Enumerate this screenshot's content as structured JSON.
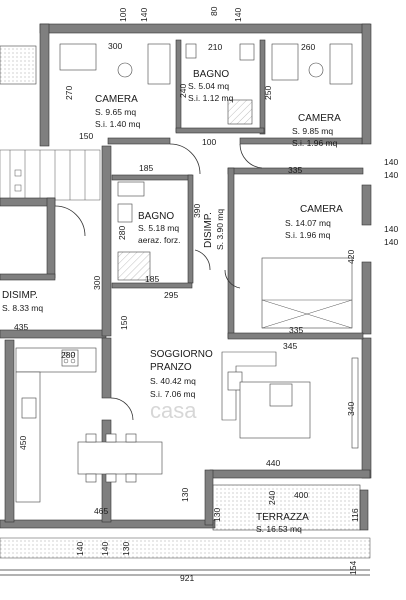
{
  "rooms": {
    "camera_left": {
      "name": "CAMERA",
      "sup": "S. 9.65 mq",
      "sui": "S.i. 1.40 mq"
    },
    "bagno_top": {
      "name": "BAGNO",
      "sup": "S. 5.04 mq",
      "sui": "S.i. 1.12 mq"
    },
    "camera_right": {
      "name": "CAMERA",
      "sup": "S. 9.85 mq",
      "sui": "S.i. 1.96 mq"
    },
    "bagno_mid": {
      "name": "BAGNO",
      "sup": "S. 5.18 mq",
      "note": "aeraz. forz."
    },
    "disimp_center": {
      "name": "DISIMP.",
      "sup": "S. 3.90 mq"
    },
    "camera_mid": {
      "name": "CAMERA",
      "sup": "S. 14.07 mq",
      "sui": "S.i. 1.96 mq"
    },
    "disimp_left": {
      "name": "DISIMP.",
      "sup": "S. 8.33 mq"
    },
    "soggiorno": {
      "name1": "SOGGIORNO",
      "name2": "PRANZO",
      "sup": "S. 40.42 mq",
      "sui": "S.i. 7.06 mq"
    },
    "terrazza": {
      "name": "TERRAZZA",
      "sup": "S. 16.53 mq"
    }
  },
  "dimensions": {
    "d100a": "100",
    "d140a": "140",
    "d80": "80",
    "d140b": "140",
    "d300": "300",
    "d210": "210",
    "d260": "260",
    "d270": "270",
    "d240": "240",
    "d250": "250",
    "d150a": "150",
    "d100b": "100",
    "d185a": "185",
    "d335a": "335",
    "d140r1": "140",
    "d140r2": "140",
    "d280a": "280",
    "d390": "390",
    "d420": "420",
    "d140r3": "140",
    "d140r4": "140",
    "d300b": "300",
    "d185b": "185",
    "d295": "295",
    "d150b": "150",
    "d435": "435",
    "d335b": "335",
    "d280b": "280",
    "d345": "345",
    "d450": "450",
    "d340": "340",
    "d440": "440",
    "d130a": "130",
    "d130b": "130",
    "d240b": "240",
    "d400": "400",
    "d116": "116",
    "d465": "465",
    "d140c": "140",
    "d140d": "140",
    "d130c": "130",
    "d154": "154",
    "d921": "921"
  },
  "watermark": "casa"
}
